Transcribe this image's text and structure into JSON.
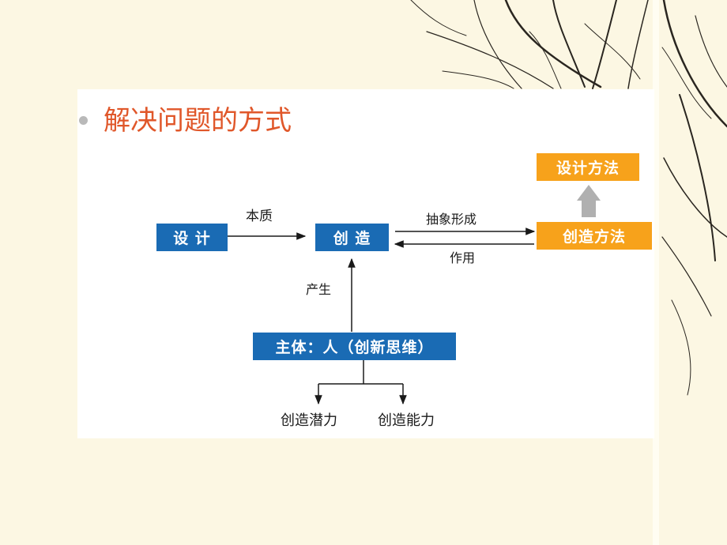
{
  "slide": {
    "title": "解决问题的方式"
  },
  "diagram": {
    "boxes": {
      "design": "设 计",
      "create": "创 造",
      "design_method": "设计方法",
      "create_method": "创造方法",
      "subject": "主体：人（创新思维）"
    },
    "edge_labels": {
      "essence": "本质",
      "abstract": "抽象形成",
      "effect": "作用",
      "produce": "产生"
    },
    "outputs": {
      "potential": "创造潜力",
      "ability": "创造能力"
    }
  },
  "colors": {
    "background": "#fcf7e3",
    "title": "#e0572a",
    "blue_box": "#1a6bb4",
    "orange_box": "#f7a21b",
    "up_arrow": "#b0b0b0"
  }
}
